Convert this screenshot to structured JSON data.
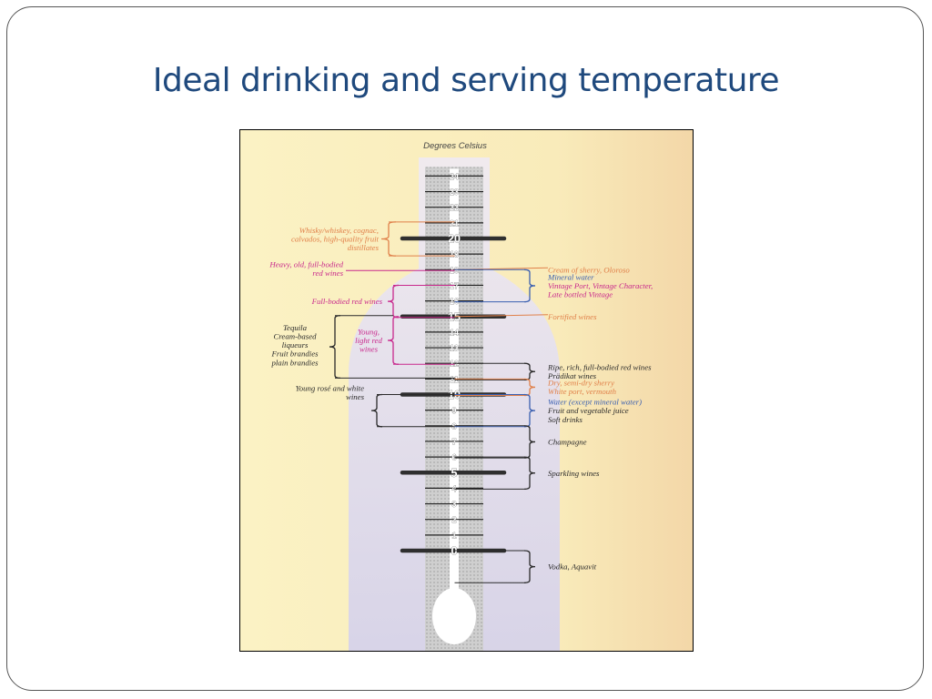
{
  "slide": {
    "title": "Ideal drinking and serving temperature"
  },
  "diagram": {
    "axis_label": "Degrees Celsius",
    "scale": {
      "min": 0,
      "max": 24,
      "major_ticks": [
        0,
        5,
        10,
        15,
        20
      ]
    },
    "colors": {
      "orange": "#e0804a",
      "magenta": "#c8288c",
      "blue": "#3a5fb0",
      "dark": "#2a2a2a",
      "background": "#f8eebe"
    },
    "left_labels": [
      {
        "lines": [
          "Whisky/whiskey, cognac,",
          "calvados, high-quality fruit",
          "distillates"
        ],
        "color": "#e0804a",
        "range": [
          19,
          21
        ]
      },
      {
        "lines": [
          "Heavy, old, full-bodied",
          "red wines"
        ],
        "color": "#c8288c",
        "range": [
          18,
          18
        ]
      },
      {
        "lines": [
          "Full-bodied red wines"
        ],
        "color": "#c8288c",
        "range": [
          15,
          17
        ]
      },
      {
        "lines": [
          "Young,",
          "light red",
          "wines"
        ],
        "color": "#c8288c",
        "range": [
          12,
          15
        ]
      },
      {
        "lines": [
          "Tequila",
          "Cream-based",
          "liqueurs",
          "Fruit brandies",
          "plain brandies"
        ],
        "color": "#2a2a2a",
        "range": [
          11,
          15
        ]
      },
      {
        "lines": [
          "Young rosé and white",
          "wines"
        ],
        "color": "#2a2a2a",
        "range": [
          8,
          10
        ]
      }
    ],
    "right_labels": [
      {
        "lines": [
          "Cream of sherry, Oloroso"
        ],
        "colors": [
          "#e0804a"
        ],
        "range": [
          18,
          18
        ]
      },
      {
        "lines": [
          "Mineral water",
          "Vintage Port, Vintage Character,",
          "Late bottled Vintage"
        ],
        "colors": [
          "#3a5fb0",
          "#c8288c",
          "#c8288c"
        ],
        "range": [
          16,
          18
        ]
      },
      {
        "lines": [
          "Fortified wines"
        ],
        "colors": [
          "#e0804a"
        ],
        "range": [
          15,
          15
        ]
      },
      {
        "lines": [
          "Ripe, rich, full-bodied red wines",
          "Prädikat wines"
        ],
        "colors": [
          "#2a2a2a",
          "#2a2a2a"
        ],
        "range": [
          11,
          12
        ]
      },
      {
        "lines": [
          "Dry, semi-dry sherry",
          "White port, vermouth"
        ],
        "colors": [
          "#e0804a",
          "#e0804a"
        ],
        "range": [
          10,
          11
        ]
      },
      {
        "lines": [
          "Water (except mineral water)",
          "Fruit and vegetable juice",
          "Soft drinks"
        ],
        "colors": [
          "#3a5fb0",
          "#2a2a2a",
          "#2a2a2a"
        ],
        "range": [
          8,
          10
        ]
      },
      {
        "lines": [
          "Champagne"
        ],
        "colors": [
          "#2a2a2a"
        ],
        "range": [
          6,
          8
        ]
      },
      {
        "lines": [
          "Sparkling wines"
        ],
        "colors": [
          "#2a2a2a"
        ],
        "range": [
          4,
          6
        ]
      },
      {
        "lines": [
          "Vodka, Aquavit"
        ],
        "colors": [
          "#2a2a2a"
        ],
        "range": [
          -2,
          0
        ]
      }
    ]
  }
}
